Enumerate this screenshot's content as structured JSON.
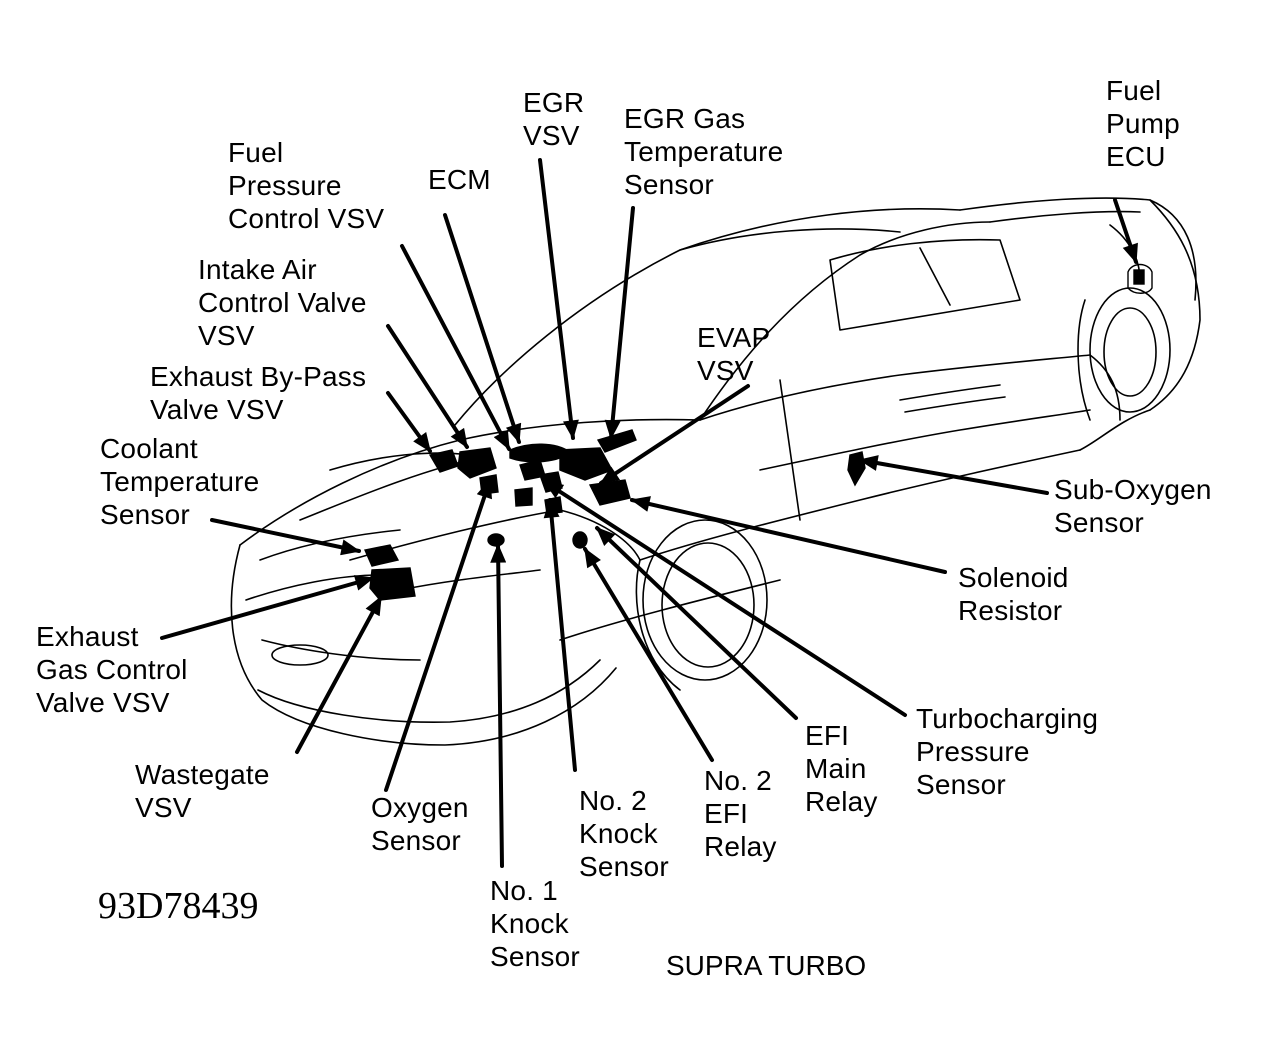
{
  "labels": {
    "fuel_pump_ecu": [
      "Fuel",
      "Pump",
      "ECU"
    ],
    "egr_vsv": [
      "EGR",
      "VSV"
    ],
    "egr_gas_temp_sensor": [
      "EGR Gas",
      "Temperature",
      "Sensor"
    ],
    "ecm": [
      "ECM"
    ],
    "fuel_pressure_control_vsv": [
      "Fuel",
      "Pressure",
      "Control VSV"
    ],
    "intake_air_control_valve_vsv": [
      "Intake Air",
      "Control Valve",
      "VSV"
    ],
    "evap_vsv": [
      "EVAP",
      "VSV"
    ],
    "exhaust_bypass_valve_vsv": [
      "Exhaust By-Pass",
      "Valve VSV"
    ],
    "coolant_temp_sensor": [
      "Coolant",
      "Temperature",
      "Sensor"
    ],
    "sub_oxygen_sensor": [
      "Sub-Oxygen",
      "Sensor"
    ],
    "solenoid_resistor": [
      "Solenoid",
      "Resistor"
    ],
    "exhaust_gas_control_valve_vsv": [
      "Exhaust",
      "Gas Control",
      "Valve VSV"
    ],
    "turbocharging_pressure_sensor": [
      "Turbocharging",
      "Pressure",
      "Sensor"
    ],
    "efi_main_relay": [
      "EFI",
      "Main",
      "Relay"
    ],
    "no2_efi_relay": [
      "No. 2",
      "EFI",
      "Relay"
    ],
    "wastegate_vsv": [
      "Wastegate",
      "VSV"
    ],
    "oxygen_sensor": [
      "Oxygen",
      "Sensor"
    ],
    "no2_knock_sensor": [
      "No. 2",
      "Knock",
      "Sensor"
    ],
    "no1_knock_sensor": [
      "No. 1",
      "Knock",
      "Sensor"
    ]
  },
  "figure_code": "93D78439",
  "caption": "SUPRA TURBO",
  "colors": {
    "ink": "#000000",
    "paper": "#ffffff"
  }
}
